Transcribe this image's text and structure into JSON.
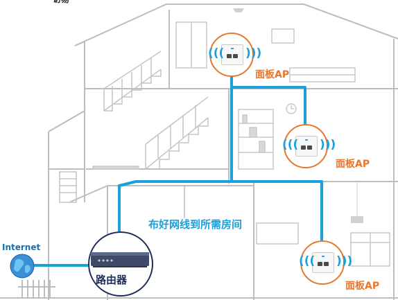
{
  "header": {
    "top_cut_text": "访易"
  },
  "access_points": [
    {
      "label": "面板AP"
    },
    {
      "label": "面板AP"
    },
    {
      "label": "面板AP"
    }
  ],
  "cable": {
    "label": "布好网线到所需房间"
  },
  "router": {
    "label": "路由器"
  },
  "internet": {
    "label": "Internet"
  },
  "colors": {
    "cable_blue": "#1aa0da",
    "ap_ring_orange": "#e8762c",
    "house_line_gray": "#bdbdbd",
    "router_dark": "#1e2d5a"
  }
}
